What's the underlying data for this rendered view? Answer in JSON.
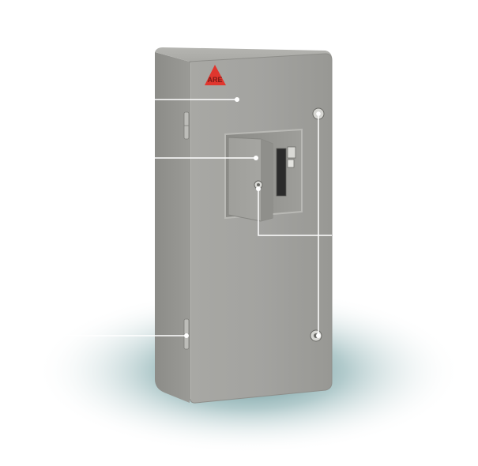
{
  "product": {
    "logo": {
      "name": "triangular-brand-logo",
      "text": "ARE",
      "color": "#e0362e"
    },
    "body_color": "#9c9c98",
    "shadow_color": "#1f5e63"
  },
  "callouts": [
    {
      "name": "callout-door-body"
    },
    {
      "name": "callout-inspection-window"
    },
    {
      "name": "callout-window-lock"
    },
    {
      "name": "callout-door-locks"
    },
    {
      "name": "callout-hinges"
    }
  ]
}
